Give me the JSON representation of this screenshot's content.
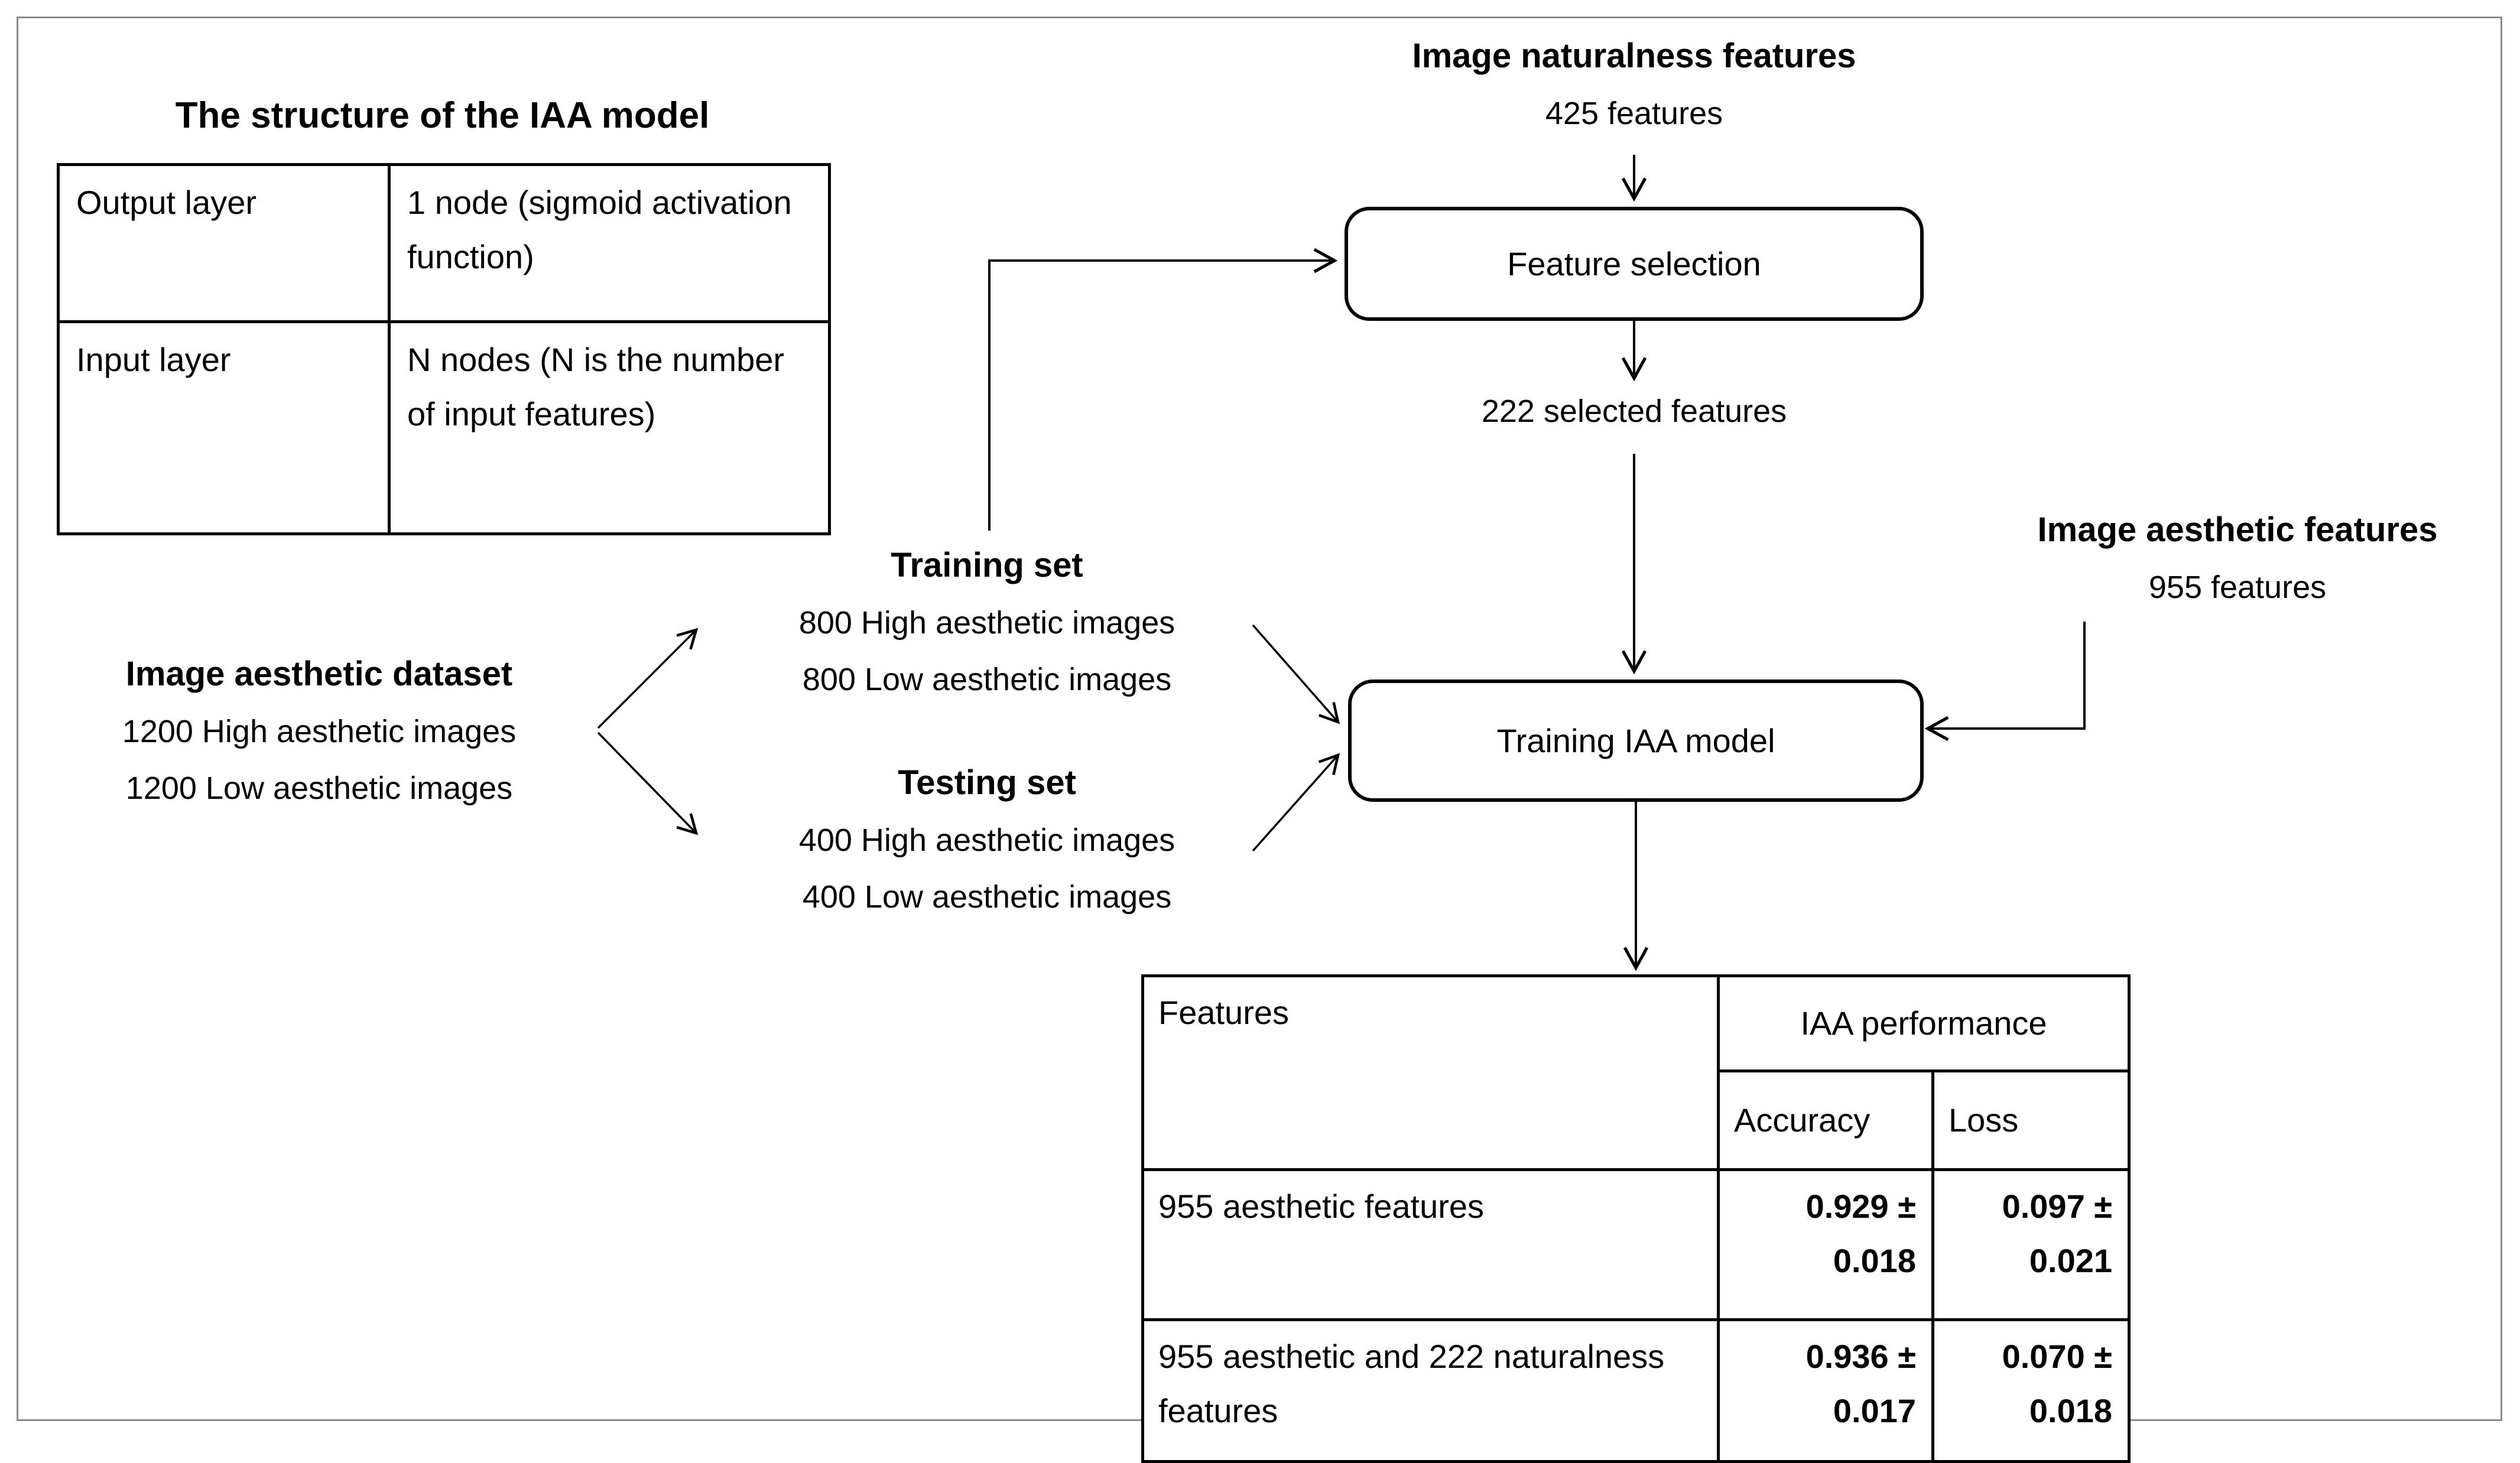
{
  "structure": {
    "title": "The structure of the IAA model",
    "rows": [
      {
        "label": "Output layer",
        "value": "1 node (sigmoid activation function)"
      },
      {
        "label": "Input layer",
        "value": "N nodes (N is the number of input features)"
      }
    ]
  },
  "naturalness": {
    "title": "Image naturalness features",
    "count": "425 features"
  },
  "feature_selection": {
    "label": "Feature selection"
  },
  "selected": {
    "label": "222 selected features"
  },
  "aesthetic": {
    "title": "Image aesthetic features",
    "count": "955 features"
  },
  "dataset": {
    "title": "Image aesthetic dataset",
    "high": "1200 High aesthetic images",
    "low": "1200 Low aesthetic images"
  },
  "training_set": {
    "title": "Training set",
    "high": "800 High aesthetic images",
    "low": "800 Low aesthetic images"
  },
  "testing_set": {
    "title": "Testing set",
    "high": "400 High aesthetic images",
    "low": "400 Low aesthetic images"
  },
  "training_box": {
    "label": "Training IAA model"
  },
  "results": {
    "header": {
      "features": "Features",
      "performance": "IAA performance",
      "accuracy": "Accuracy",
      "loss": "Loss"
    },
    "rows": [
      {
        "features": "955 aesthetic features",
        "accuracy": "0.929 ± 0.018",
        "loss": "0.097 ± 0.021"
      },
      {
        "features": "955 aesthetic and 222 naturalness features",
        "accuracy": "0.936 ± 0.017",
        "loss": "0.070 ± 0.018"
      }
    ]
  },
  "colors": {
    "ink": "#000000",
    "frame_border": "#8c8c8c",
    "background": "#ffffff"
  }
}
